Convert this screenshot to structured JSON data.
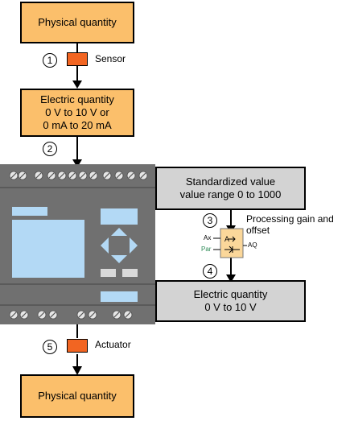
{
  "steps": [
    "1",
    "2",
    "3",
    "4",
    "5"
  ],
  "top_box": "Physical quantity",
  "sensor_label": "Sensor",
  "electric_input": "Electric quantity\n0 V to 10 V or\n0 mA to 20 mA",
  "standardized": "Standardized value\nvalue range 0 to 1000",
  "processing_label": "Processing gain and\noffset",
  "block": {
    "in1": "Ax",
    "in2": "Par",
    "out": "AQ"
  },
  "electric_output": "Electric quantity\n0 V to 10 V",
  "actuator_label": "Actuator",
  "bottom_box": "Physical quantity",
  "colors": {
    "orange_box": "#fbbf6b",
    "sensor_square": "#f26522",
    "grey_box": "#d3d3d3",
    "device_body": "#707070",
    "device_display": "#b3d9f5",
    "function_block": "#fbd79a",
    "par_label": "#2e8b57"
  },
  "icons": [
    "arrow-down-icon",
    "logic-module-icon",
    "function-block-icon"
  ]
}
